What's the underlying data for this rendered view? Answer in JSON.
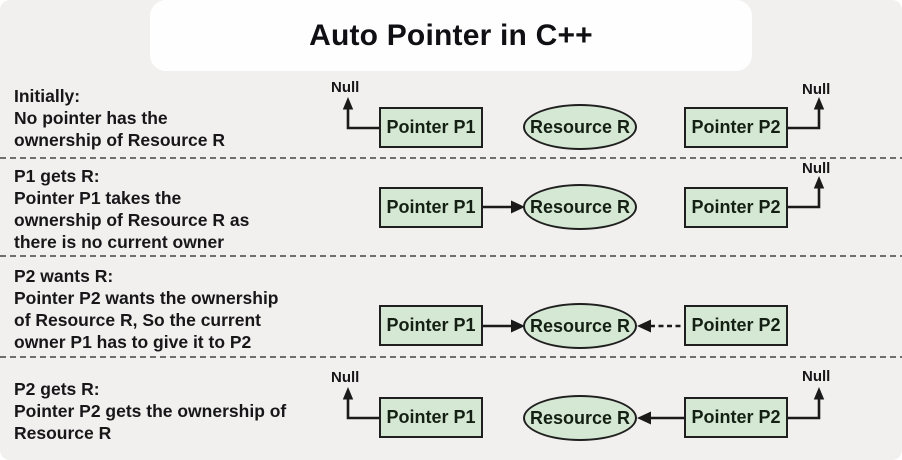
{
  "title": "Auto Pointer in C++",
  "node_labels": {
    "pointer_p1": "Pointer P1",
    "pointer_p2": "Pointer P2",
    "resource": "Resource R",
    "null_label": "Null"
  },
  "rows": [
    {
      "name": "initially",
      "lines": [
        "Initially:",
        "No pointer has the",
        "ownership of Resource R"
      ]
    },
    {
      "name": "p1-gets-r",
      "lines": [
        "P1 gets R:",
        "Pointer P1 takes the",
        "ownership of Resource R as",
        "there is no current owner"
      ]
    },
    {
      "name": "p2-wants-r",
      "lines": [
        "P2 wants R:",
        "Pointer P2 wants the ownership",
        "of Resource R, So the current",
        "owner P1 has to give it to P2"
      ]
    },
    {
      "name": "p2-gets-r",
      "lines": [
        "P2 gets R:",
        "Pointer P2 gets the ownership of",
        "Resource R"
      ]
    }
  ],
  "colors": {
    "bg": "#f1f0ee",
    "card": "#fefefe",
    "node_fill": "#d5e8d4",
    "node_border": "#1f1f1f",
    "ink": "#17171a",
    "divider": "#6f6f6f"
  }
}
